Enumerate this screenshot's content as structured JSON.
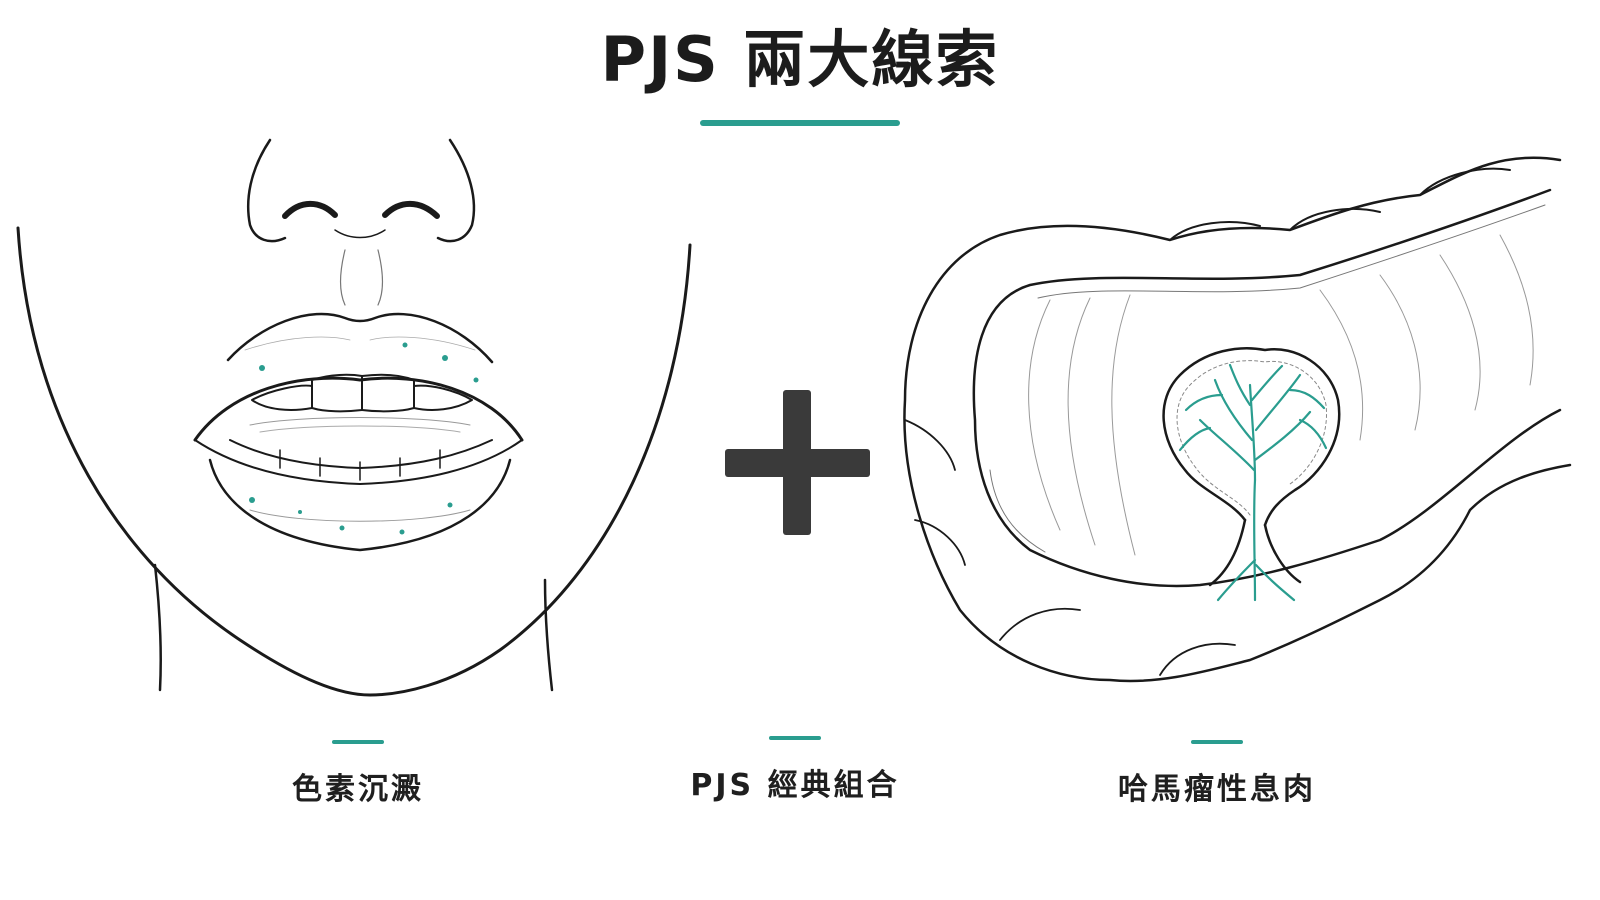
{
  "title": "PJS 兩大線索",
  "accent_color": "#2a9d8f",
  "labels": {
    "left": "色素沉澱",
    "center": "PJS 經典組合",
    "right": "哈馬瘤性息肉"
  },
  "icons": {
    "face": "lips-and-mouth-illustration",
    "plus": "plus-icon",
    "intestine": "intestine-with-polyp-illustration"
  }
}
